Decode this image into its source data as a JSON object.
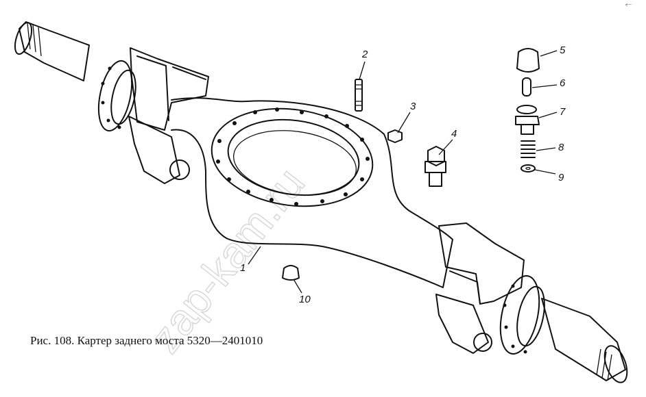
{
  "caption": "Рис. 108. Картер заднего моста 5320—2401010",
  "watermark": "zap-kam.ru",
  "callouts": [
    "1",
    "2",
    "3",
    "4",
    "5",
    "6",
    "7",
    "8",
    "9",
    "10"
  ],
  "corner_mark": "ᵉ⁻"
}
